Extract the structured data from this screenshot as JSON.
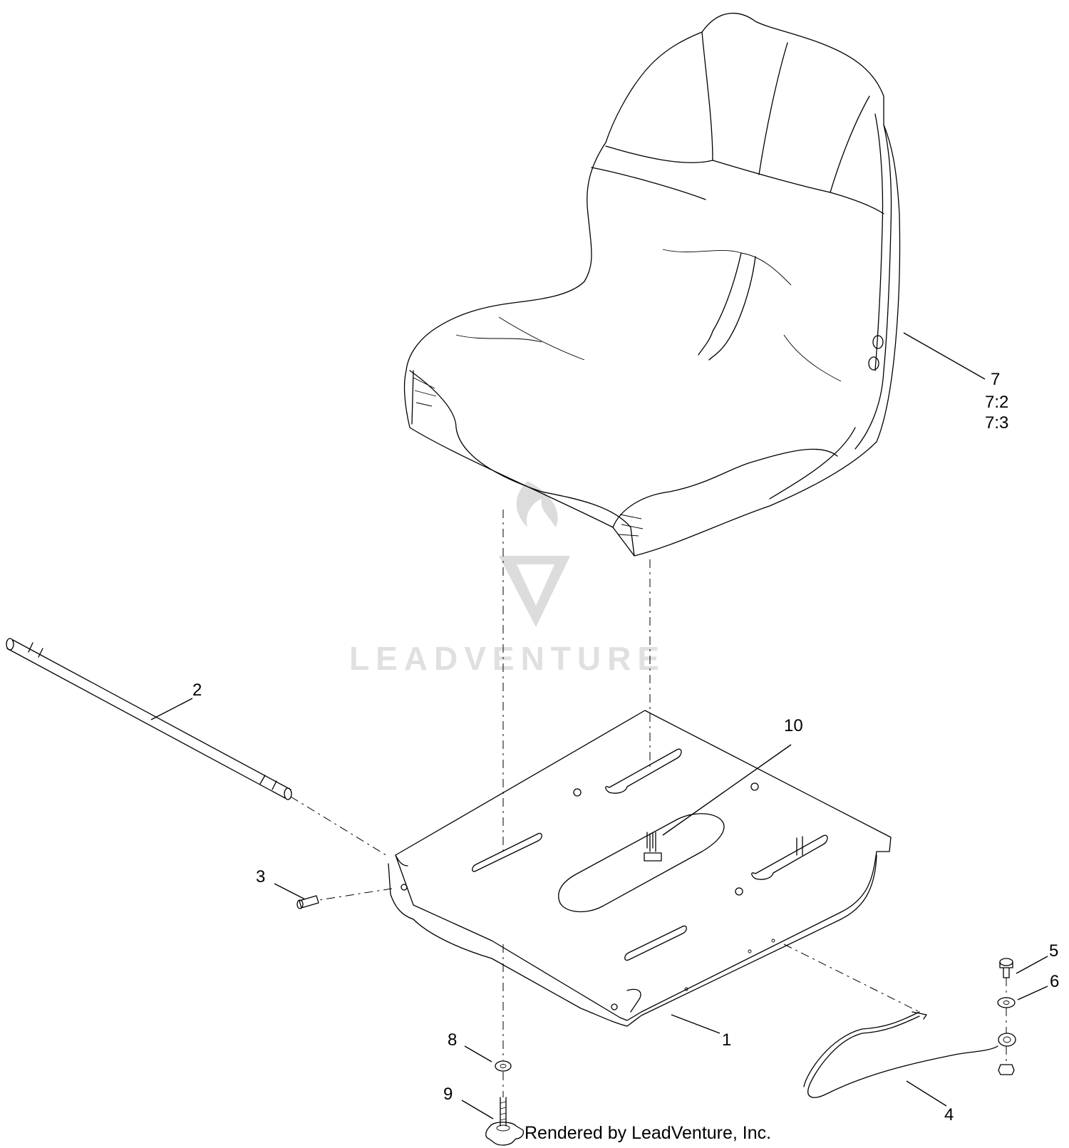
{
  "watermark": {
    "text": "LEADVENTURE"
  },
  "credit": {
    "text": "Rendered by LeadVenture, Inc."
  },
  "callouts": {
    "c1": "1",
    "c2": "2",
    "c3": "3",
    "c4": "4",
    "c5": "5",
    "c6": "6",
    "c7": "7",
    "c7_2": "7:2",
    "c7_3": "7:3",
    "c8": "8",
    "c9": "9",
    "c10": "10"
  }
}
